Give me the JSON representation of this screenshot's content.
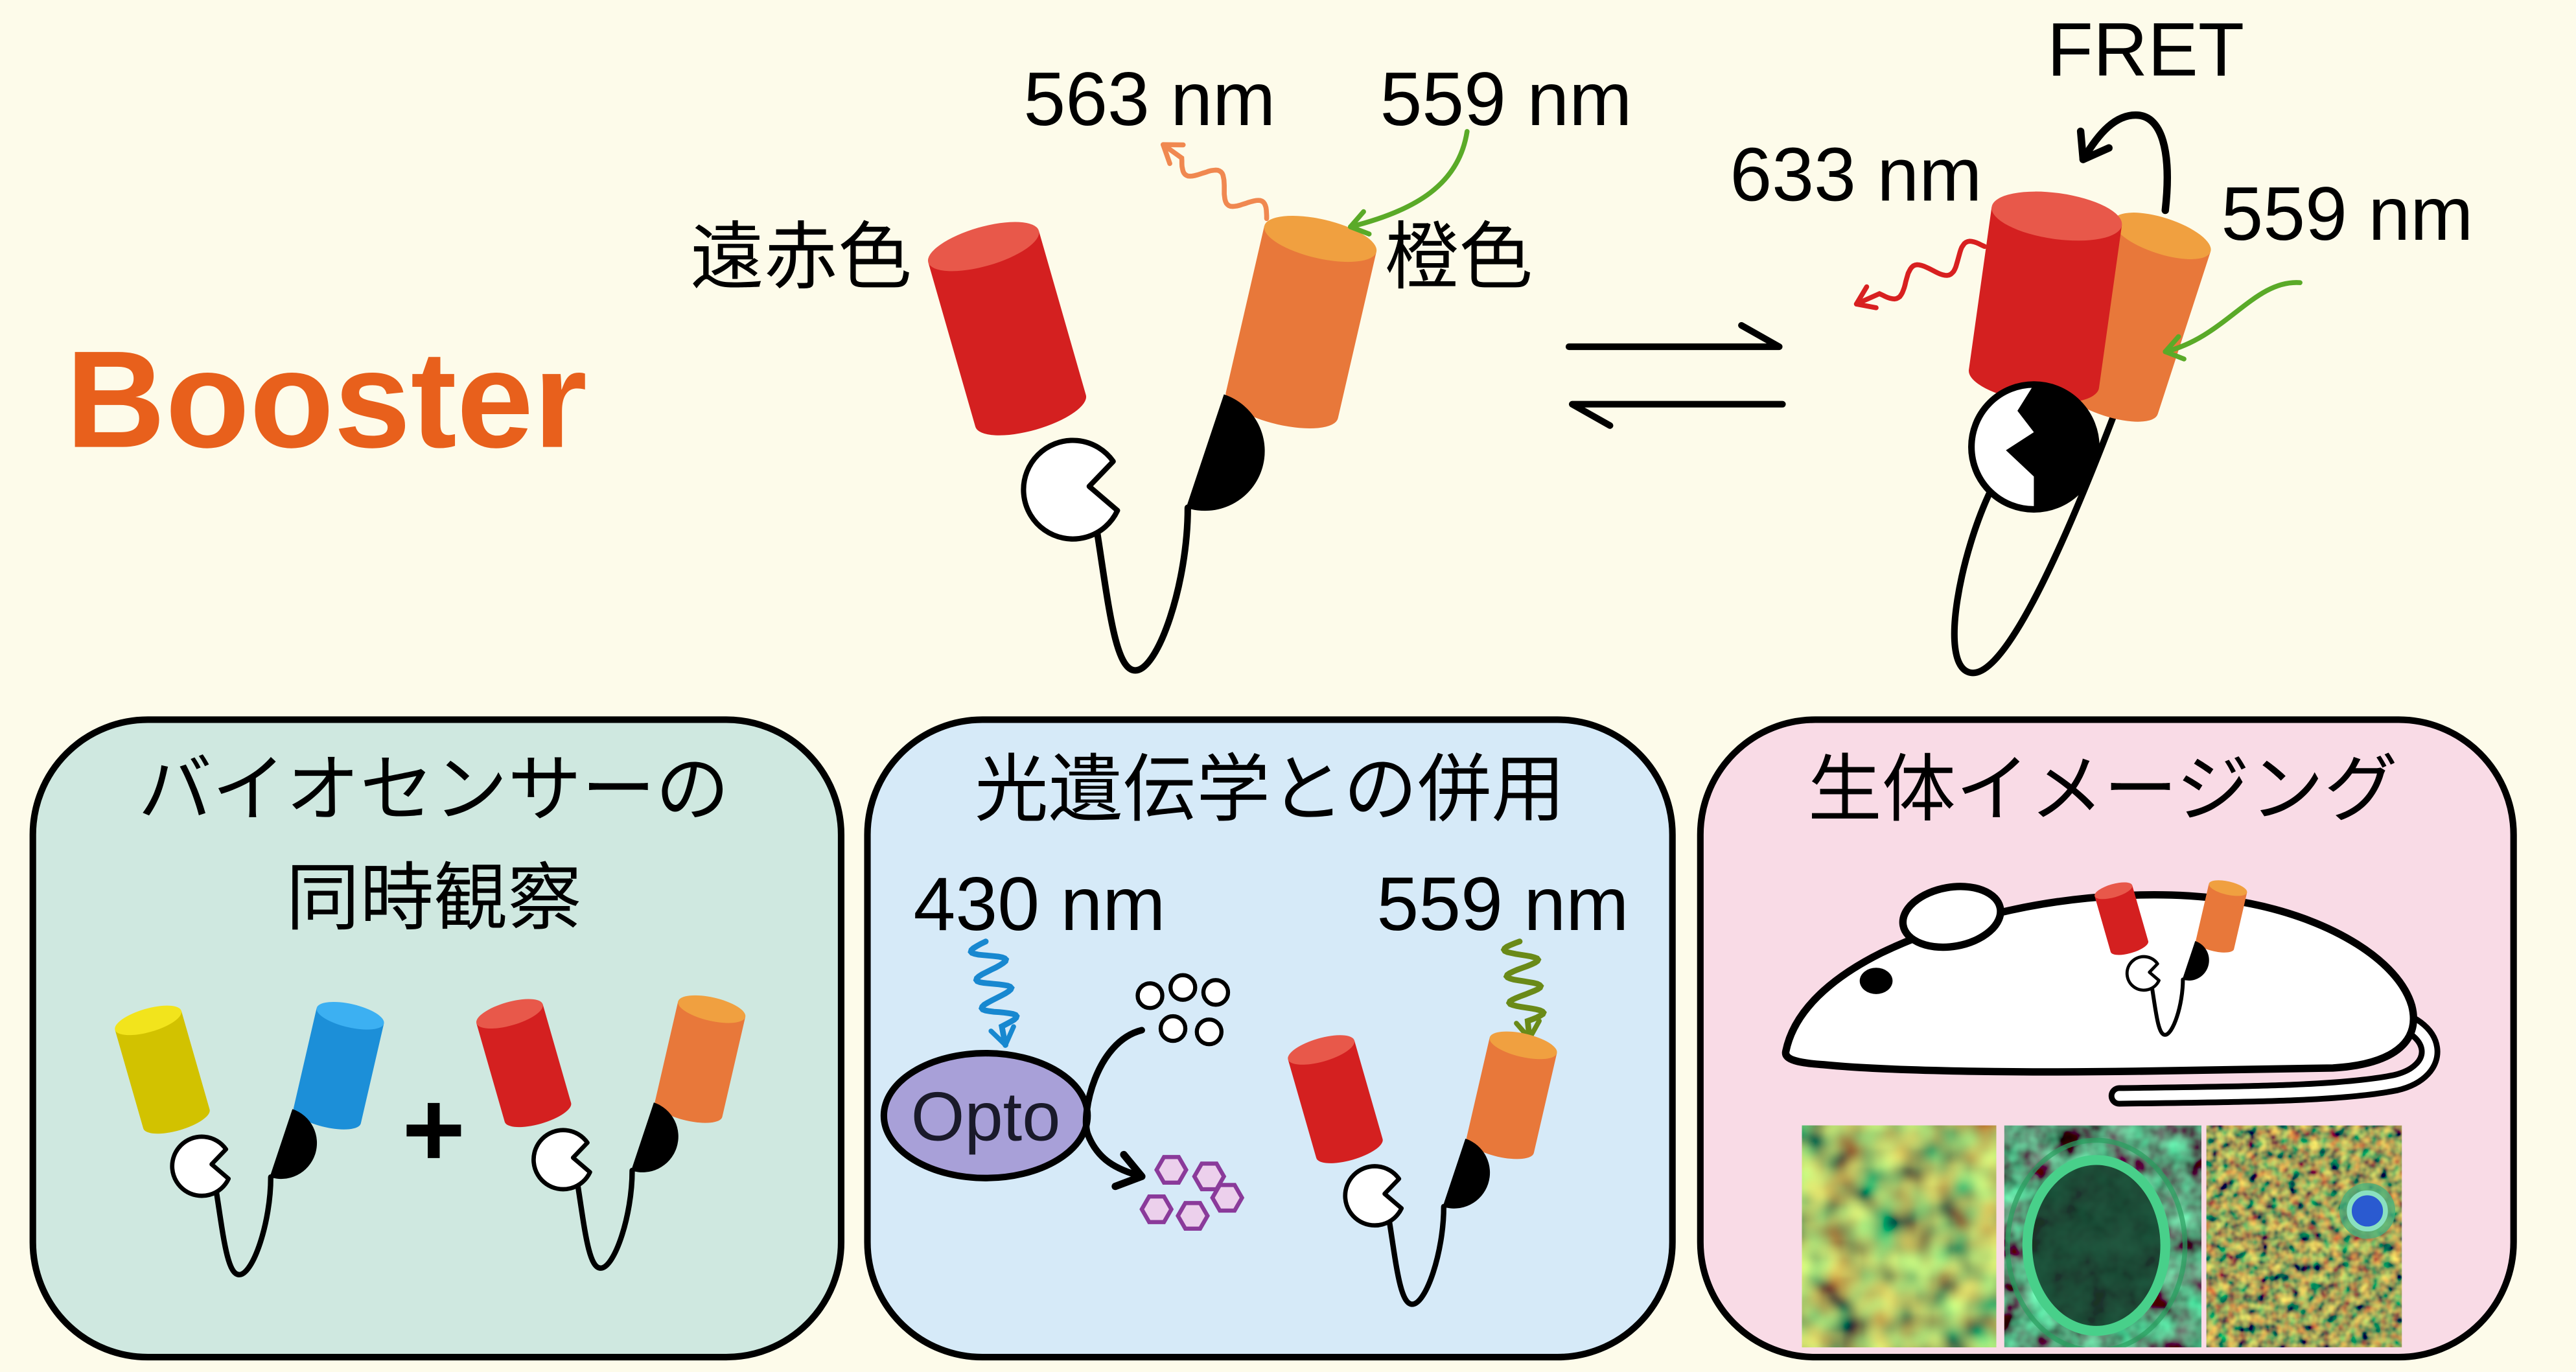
{
  "title": "Booster",
  "open_state": {
    "far_red_label": "遠赤色",
    "orange_label": "橙色",
    "emission_label": "563 nm",
    "excitation_label": "559 nm"
  },
  "fret_state": {
    "fret_label": "FRET",
    "emission_label": "633 nm",
    "excitation_label": "559 nm"
  },
  "panels": {
    "biosensor": {
      "title_line1": "バイオセンサーの",
      "title_line2": "同時観察",
      "plus": "+"
    },
    "optogenetics": {
      "title": "光遺伝学との併用",
      "blue_light_label": "430 nm",
      "excitation_label": "559 nm",
      "opto_label": "Opto"
    },
    "in_vivo": {
      "title": "生体イメージング"
    }
  },
  "colors": {
    "background": "#fdfbea",
    "booster_text": "#e8601c",
    "far_red": "#d42020",
    "far_red_top": "#e8584a",
    "orange": "#e8783a",
    "orange_top": "#f0a040",
    "yellow": "#d2c200",
    "yellow_top": "#f2e41c",
    "blue": "#1c8fd8",
    "blue_top": "#3cb0f2",
    "emission_orange": "#f08850",
    "excitation_green": "#5aaa28",
    "emission_red": "#d82020",
    "blue_light": "#1888d0",
    "olive_light": "#6a8a18",
    "opto_fill": "#a8a0d8",
    "hexagon_fill": "#ecd0ec",
    "hexagon_stroke": "#8a3a9a",
    "panel_biosensor": "#cfe8e0",
    "panel_optogenetics": "#d6eaf8",
    "panel_in_vivo": "#f9dbe6"
  }
}
